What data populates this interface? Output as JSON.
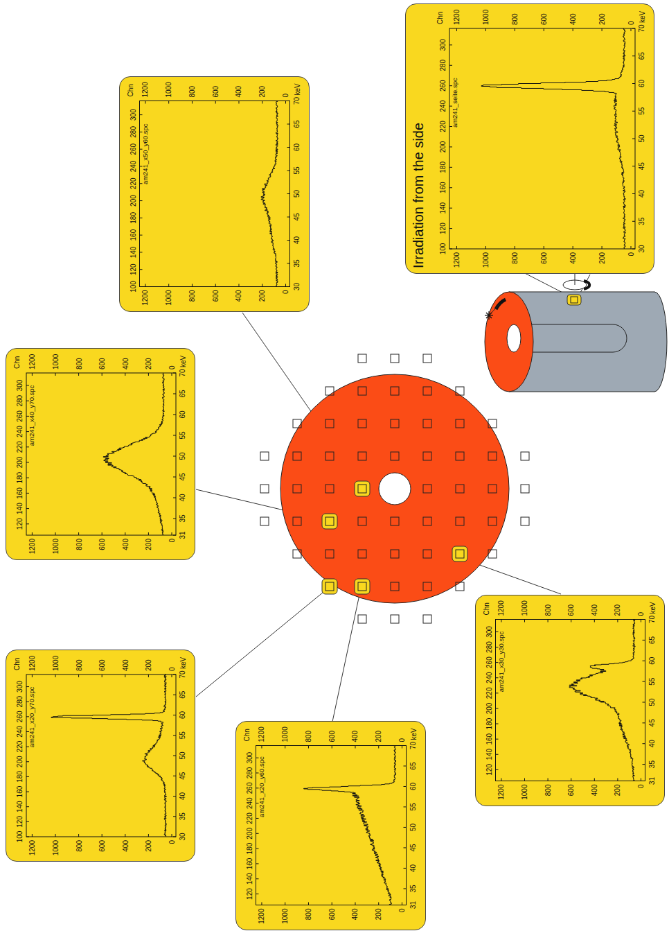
{
  "diagram": {
    "nodes": [
      {
        "text": [
          "Irradiation from the side",
          "am241_seite.spc",
          "Chn",
          "100",
          "120",
          "140",
          "160",
          "180",
          "200",
          "220",
          "240",
          "260",
          "280",
          "300",
          "keV",
          "30",
          "35",
          "40",
          "45",
          "50",
          "55",
          "60",
          "65",
          "70",
          "0",
          "200",
          "400",
          "600",
          "800",
          "1000",
          "1200",
          "0",
          "200",
          "400",
          "600",
          "800",
          "1000",
          "1200"
        ]
      },
      {
        "text": [
          "am241_x50_y60.spc",
          "Chn",
          "100",
          "120",
          "140",
          "160",
          "180",
          "200",
          "220",
          "240",
          "260",
          "280",
          "300",
          "keV",
          "30",
          "35",
          "40",
          "45",
          "50",
          "55",
          "60",
          "65",
          "70",
          "0",
          "200",
          "400",
          "600",
          "800",
          "1000",
          "1200",
          "0",
          "200",
          "400",
          "600",
          "800",
          "1000",
          "1200"
        ]
      },
      {
        "text": [
          "am241_x40_y70.spc",
          "Chn",
          "120",
          "140",
          "160",
          "180",
          "200",
          "220",
          "240",
          "260",
          "280",
          "300",
          "keV",
          "31",
          "35",
          "40",
          "45",
          "50",
          "55",
          "60",
          "65",
          "70",
          "0",
          "200",
          "400",
          "600",
          "800",
          "1000",
          "1200",
          "0",
          "200",
          "400",
          "600",
          "800",
          "1000",
          "1200"
        ]
      },
      {
        "text": [
          "am241_x20_y70.spc",
          "Chn",
          "100",
          "120",
          "140",
          "160",
          "180",
          "200",
          "220",
          "240",
          "260",
          "280",
          "300",
          "keV",
          "30",
          "35",
          "40",
          "45",
          "50",
          "55",
          "60",
          "65",
          "70",
          "0",
          "200",
          "400",
          "600",
          "800",
          "1000",
          "1200",
          "0",
          "200",
          "400",
          "600",
          "800",
          "1000",
          "1200"
        ]
      },
      {
        "text": [
          "am241_x20_y60.spc",
          "Chn",
          "120",
          "140",
          "160",
          "180",
          "200",
          "220",
          "240",
          "260",
          "280",
          "300",
          "keV",
          "31",
          "35",
          "40",
          "45",
          "50",
          "55",
          "60",
          "65",
          "70",
          "0",
          "200",
          "400",
          "600",
          "800",
          "1000",
          "1200",
          "0",
          "200",
          "400",
          "600",
          "800",
          "1000",
          "1200"
        ]
      },
      {
        "text": [
          "am241_x30_y30.spc",
          "Chn",
          "120",
          "140",
          "160",
          "180",
          "200",
          "220",
          "240",
          "260",
          "280",
          "300",
          "keV",
          "31",
          "35",
          "40",
          "45",
          "50",
          "55",
          "60",
          "65",
          "70",
          "0",
          "200",
          "400",
          "600",
          "800",
          "1000",
          "1200",
          "0",
          "200",
          "400",
          "600",
          "800",
          "1000",
          "1200"
        ]
      }
    ]
  }
}
